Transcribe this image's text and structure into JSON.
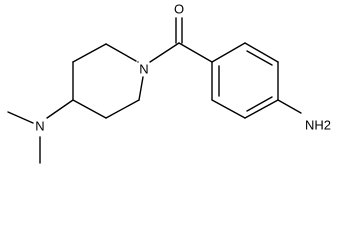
{
  "molecule": {
    "atoms": {
      "oxygen": "O",
      "amide_nitrogen": "N",
      "dimethylamino_nitrogen": "N",
      "amine_group": "NH2"
    }
  }
}
